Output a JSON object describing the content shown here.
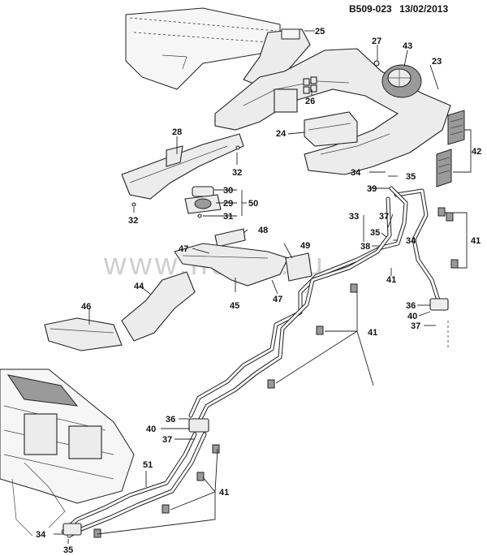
{
  "header": {
    "drawing_id": "B509-023",
    "date": "13/02/2013"
  },
  "watermark": "www.ilcats.ru",
  "callouts": {
    "c25": "25",
    "c27": "27",
    "c43": "43",
    "c23": "23",
    "c26": "26",
    "c24": "24",
    "c42": "42",
    "c28": "28",
    "c32a": "32",
    "c32b": "32",
    "c34a": "34",
    "c35a": "35",
    "c30": "30",
    "c29": "29",
    "c50": "50",
    "c31": "31",
    "c39": "39",
    "c33": "33",
    "c37a": "37",
    "c35b": "35",
    "c34b": "34",
    "c38": "38",
    "c48": "48",
    "c47a": "47",
    "c49": "49",
    "c41a": "41",
    "c41b": "41",
    "c41c": "41",
    "c41d": "41",
    "c44": "44",
    "c45": "45",
    "c47b": "47",
    "c46": "46",
    "c36a": "36",
    "c40a": "40",
    "c37b": "37",
    "c36b": "36",
    "c40b": "40",
    "c37c": "37",
    "c51": "51",
    "c34c": "34",
    "c35c": "35"
  }
}
